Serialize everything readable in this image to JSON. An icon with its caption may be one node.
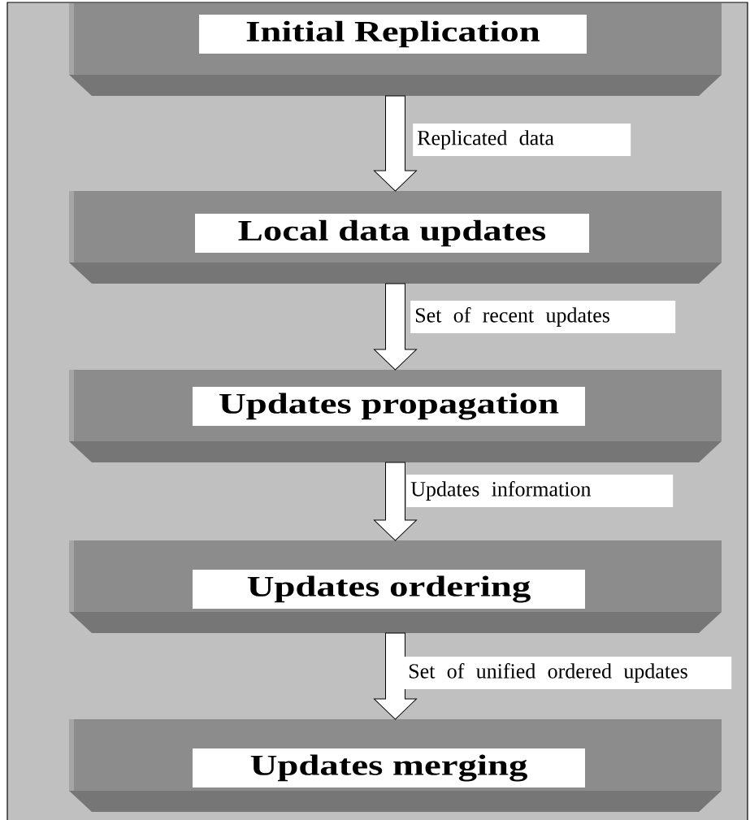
{
  "diagram": {
    "nodes": [
      {
        "text": [
          "Initial Replication"
        ]
      },
      {
        "text": [
          "Local data updates"
        ]
      },
      {
        "text": [
          "Updates propagation"
        ]
      },
      {
        "text": [
          "Updates ordering"
        ]
      },
      {
        "text": [
          "Updates merging"
        ]
      }
    ],
    "edges": [
      {
        "from": 0,
        "to": 1,
        "arrow": "to",
        "label": "Replicated data"
      },
      {
        "from": 1,
        "to": 2,
        "arrow": "to",
        "label": "Set of recent updates"
      },
      {
        "from": 2,
        "to": 3,
        "arrow": "to",
        "label": "Updates information"
      },
      {
        "from": 3,
        "to": 4,
        "arrow": "to",
        "label": "Set of unified ordered updates"
      }
    ]
  }
}
